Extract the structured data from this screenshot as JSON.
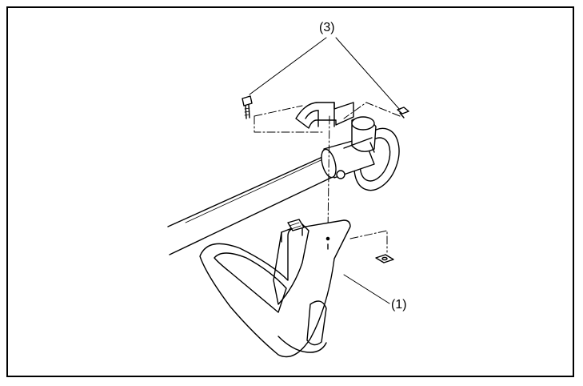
{
  "diagram": {
    "callouts": {
      "label_1": "(1)",
      "label_3": "(3)"
    },
    "parts": [
      "shaft-tube",
      "gear-head",
      "shaft-clamp-bracket",
      "flange-bolt",
      "small-screw",
      "square-nut",
      "blade-guard"
    ],
    "colors": {
      "line": "#000000",
      "fill": "#ffffff"
    }
  }
}
